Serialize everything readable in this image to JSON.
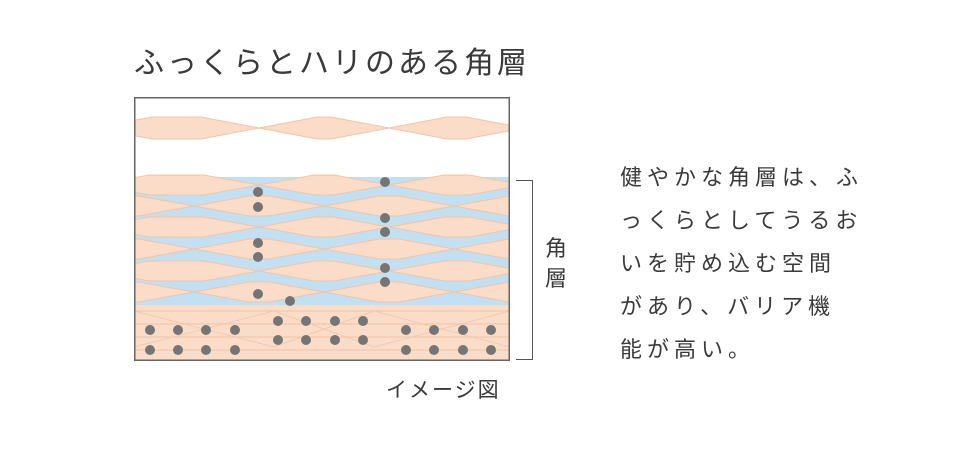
{
  "title": "ふっくらとハリのある角層",
  "caption": "イメージ図",
  "layer_label": [
    "角",
    "層"
  ],
  "description_lines": [
    "健やかな角層は、ふ",
    "っくらとしてうるお",
    "いを貯め込む空間",
    "があり、バリア機",
    "能が高い。"
  ],
  "colors": {
    "cell_fill": "#fadcc9",
    "cell_stroke": "#f0c4a8",
    "moisture": "#c3e0f2",
    "dot": "#757575",
    "frame": "#666666"
  }
}
